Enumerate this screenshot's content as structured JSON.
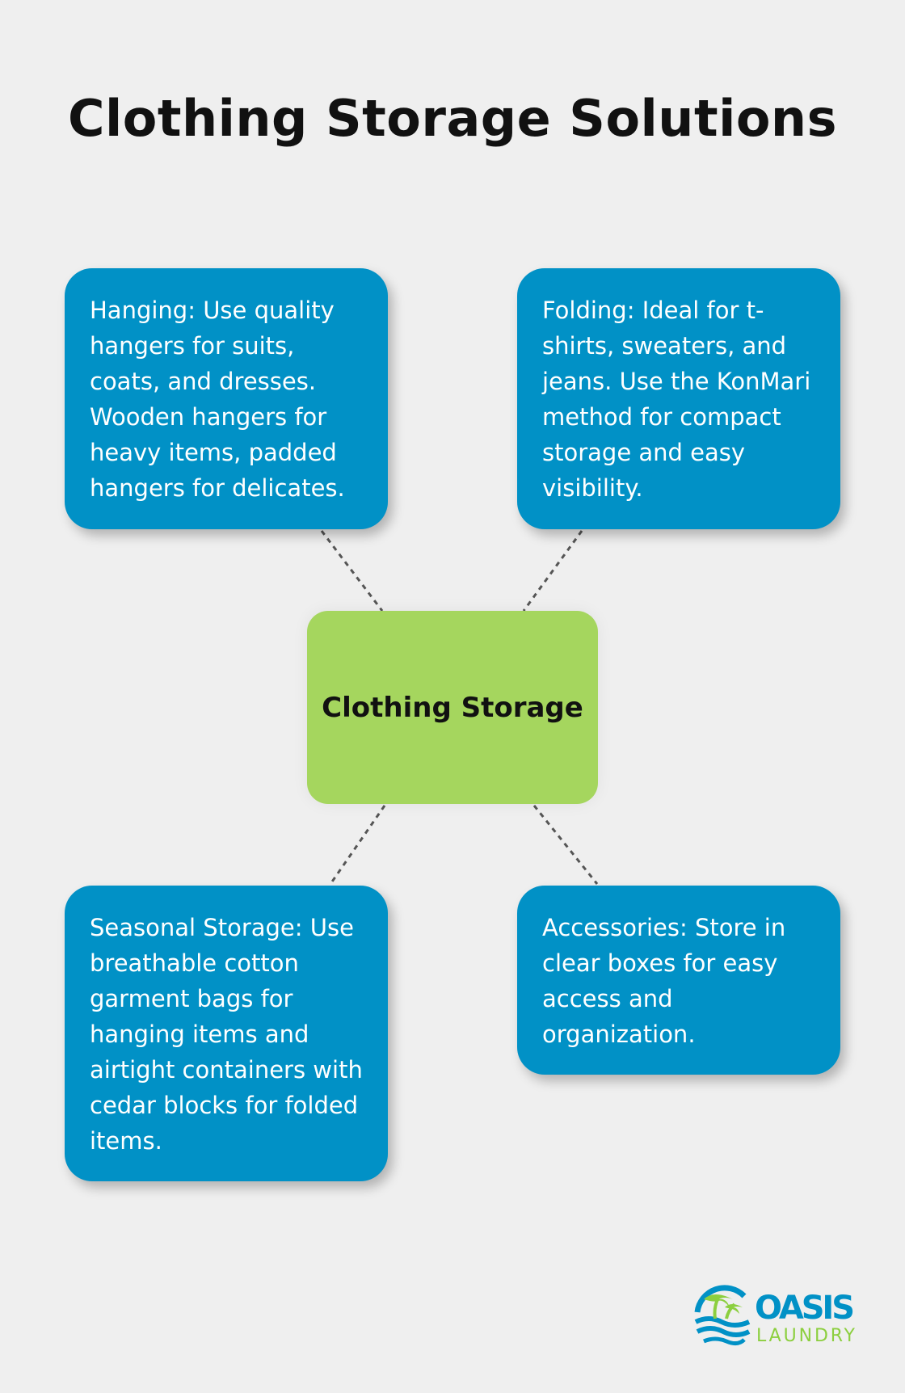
{
  "title": "Clothing Storage Solutions",
  "center": "Clothing Storage",
  "nodes": {
    "hanging": "Hanging: Use quality hangers for suits, coats, and dresses. Wooden hangers for heavy items, padded hangers for delicates.",
    "folding": "Folding: Ideal for t-shirts, sweaters, and jeans. Use the KonMari method for compact storage and easy visibility.",
    "seasonal": "Seasonal Storage: Use breathable cotton garment bags for hanging items and airtight containers with cedar blocks for folded items.",
    "accessories": "Accessories: Store in clear boxes for easy access and organization."
  },
  "logo": {
    "line1": "OASIS",
    "line2": "LAUNDRY"
  },
  "colors": {
    "box": "#0191c6",
    "center": "#a5d65e",
    "background": "#efefef"
  }
}
